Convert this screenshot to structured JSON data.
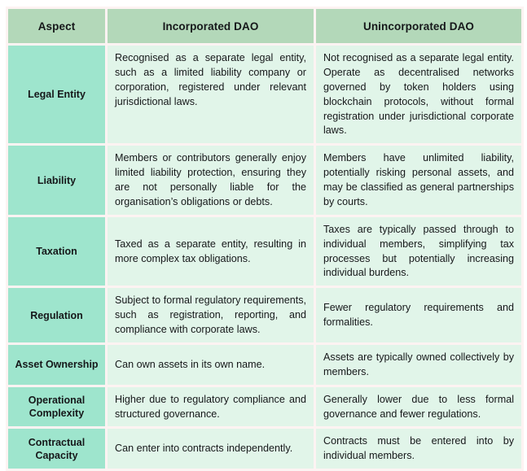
{
  "table": {
    "headers": [
      "Aspect",
      "Incorporated DAO",
      "Unincorporated DAO"
    ],
    "rows": [
      {
        "aspect": "Legal Entity",
        "incorporated": "Recognised as a separate legal entity, such as a limited liability company or corporation, registered under relevant jurisdictional laws.",
        "unincorporated": "Not recognised as a separate legal entity. Operate as decentralised networks governed by token holders using blockchain protocols, without formal registration under jurisdictional corporate laws."
      },
      {
        "aspect": "Liability",
        "incorporated": "Members or contributors generally enjoy limited liability protection, ensuring they are not personally liable for the organisation’s obligations or debts.",
        "unincorporated": "Members have unlimited liability, potentially risking personal assets, and may be classified as general partnerships by courts."
      },
      {
        "aspect": "Taxation",
        "incorporated": "Taxed as a separate entity, resulting in more complex tax obligations.",
        "unincorporated": "Taxes are typically passed through to individual members, simplifying tax processes but potentially increasing individual burdens."
      },
      {
        "aspect": "Regulation",
        "incorporated": "Subject to formal regulatory requirements, such as registration, reporting, and compliance with corporate laws.",
        "unincorporated": "Fewer regulatory requirements and formalities."
      },
      {
        "aspect": "Asset Ownership",
        "incorporated": "Can own assets in its own name.",
        "unincorporated": "Assets are typically owned collectively by members."
      },
      {
        "aspect": "Operational Complexity",
        "incorporated": "Higher due to regulatory compliance and structured governance.",
        "unincorporated": "Generally lower due to less formal governance and fewer regulations."
      },
      {
        "aspect": "Contractual Capacity",
        "incorporated": "Can enter into contracts independently.",
        "unincorporated": "Contracts must be entered into by individual members."
      }
    ]
  },
  "colors": {
    "header_bg": "#b3d8b9",
    "aspect_bg": "#9ee5cd",
    "body_bg": "#e1f5e9",
    "gap": "#fdf3f2",
    "text": "#16181a"
  }
}
